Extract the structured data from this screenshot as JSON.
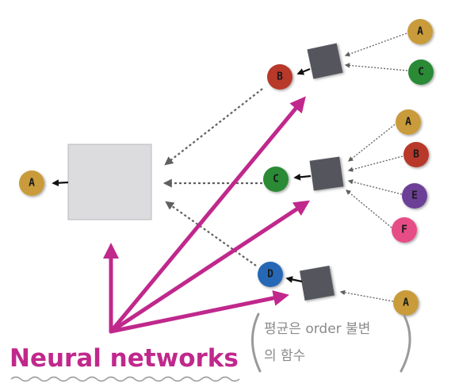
{
  "colors": {
    "gold": "#c99b3b",
    "red": "#b8372a",
    "green": "#2c8a36",
    "purple": "#6d3f98",
    "pink": "#e64d86",
    "blue": "#2667b5",
    "box": "#55575d",
    "big_box": "#dcdcdf",
    "arrow_main": "#c0288c",
    "dotted": "#606060"
  },
  "nodes": {
    "out_a": "A",
    "b_mid": "B",
    "c_mid": "C",
    "d_mid": "D",
    "top_a": "A",
    "top_c": "C",
    "mid_a": "A",
    "mid_b": "B",
    "mid_e": "E",
    "mid_f": "F",
    "bot_a": "A"
  },
  "title": "Neural networks",
  "note": {
    "line1": "평균은 order 불변",
    "line2": "의 함수"
  }
}
